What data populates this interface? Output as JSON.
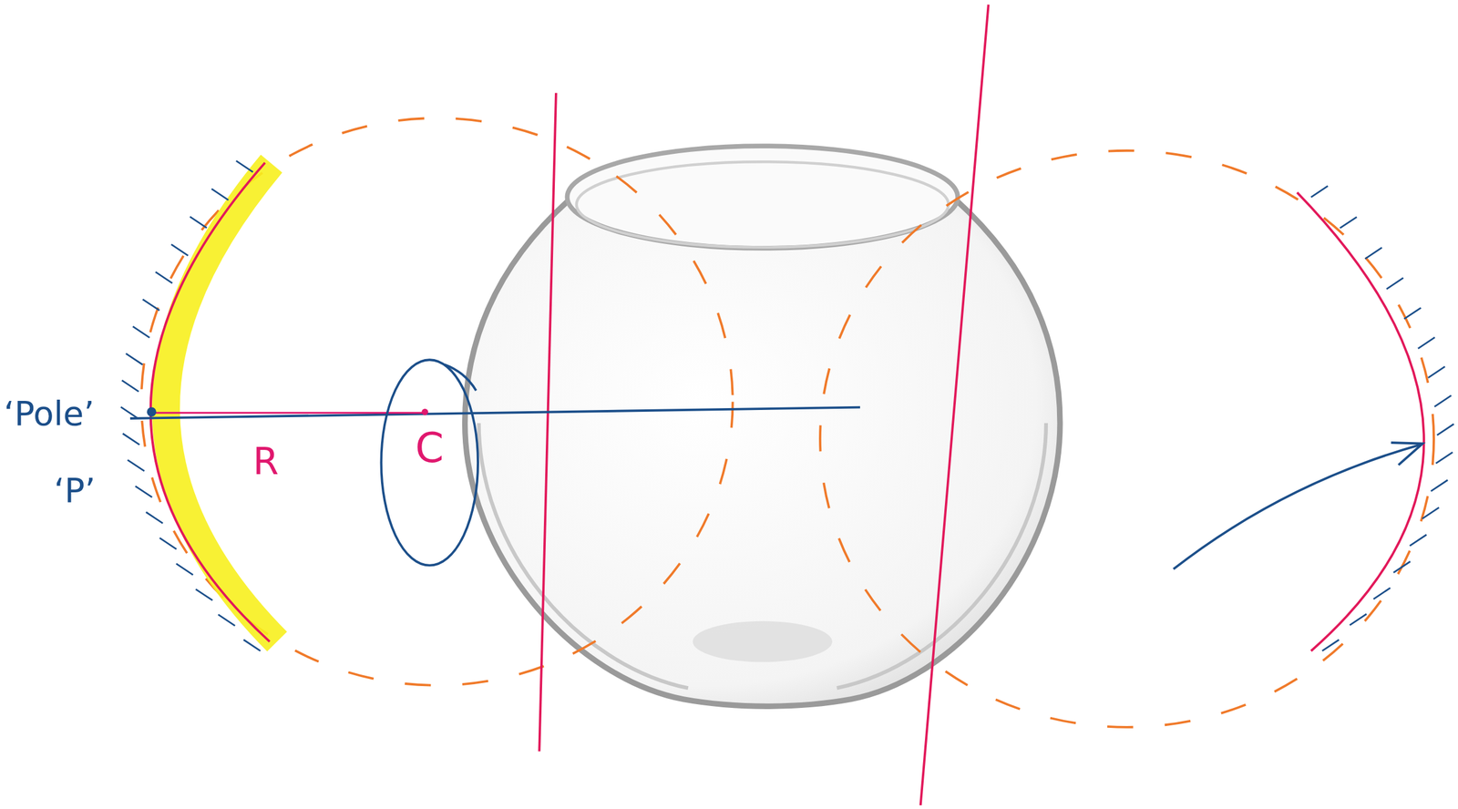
{
  "diagram": {
    "nodes": [
      {
        "text": [
          "C"
        ]
      }
    ],
    "labels": [
      "‘Pole’",
      "‘P’",
      "R"
    ]
  }
}
